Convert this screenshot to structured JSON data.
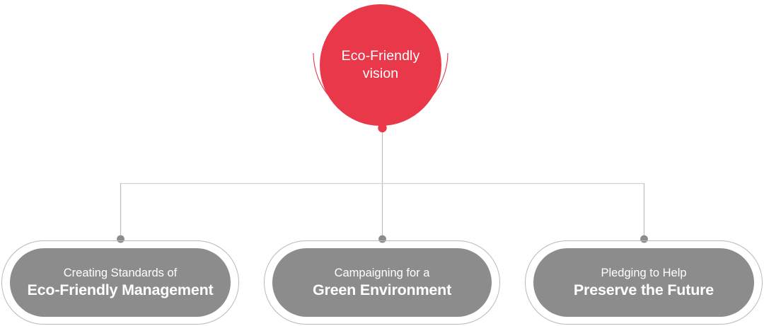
{
  "colors": {
    "accent_red": "#E8384A",
    "node_gray": "#8C8C8C",
    "outline_gray": "#B9B9B9",
    "connector_gray": "#BFBFBF",
    "text_white": "#FFFFFF"
  },
  "root": {
    "line1": "Eco-Friendly",
    "line2": "vision"
  },
  "branches": [
    {
      "line1": "Creating Standards of",
      "line2": "Eco-Friendly Management"
    },
    {
      "line1": "Campaigning for a",
      "line2": "Green Environment"
    },
    {
      "line1": "Pledging to Help",
      "line2": "Preserve the Future"
    }
  ],
  "chart_data": {
    "type": "diagram",
    "layout": "org-tree",
    "title": "Eco-Friendly vision",
    "nodes": [
      {
        "id": "root",
        "label": "Eco-Friendly vision",
        "shape": "circle",
        "color": "#E8384A"
      },
      {
        "id": "b1",
        "label": "Creating Standards of Eco-Friendly Management",
        "shape": "pill",
        "color": "#8C8C8C"
      },
      {
        "id": "b2",
        "label": "Campaigning for a Green Environment",
        "shape": "pill",
        "color": "#8C8C8C"
      },
      {
        "id": "b3",
        "label": "Pledging to Help Preserve the Future",
        "shape": "pill",
        "color": "#8C8C8C"
      }
    ],
    "edges": [
      {
        "from": "root",
        "to": "b1"
      },
      {
        "from": "root",
        "to": "b2"
      },
      {
        "from": "root",
        "to": "b3"
      }
    ]
  }
}
